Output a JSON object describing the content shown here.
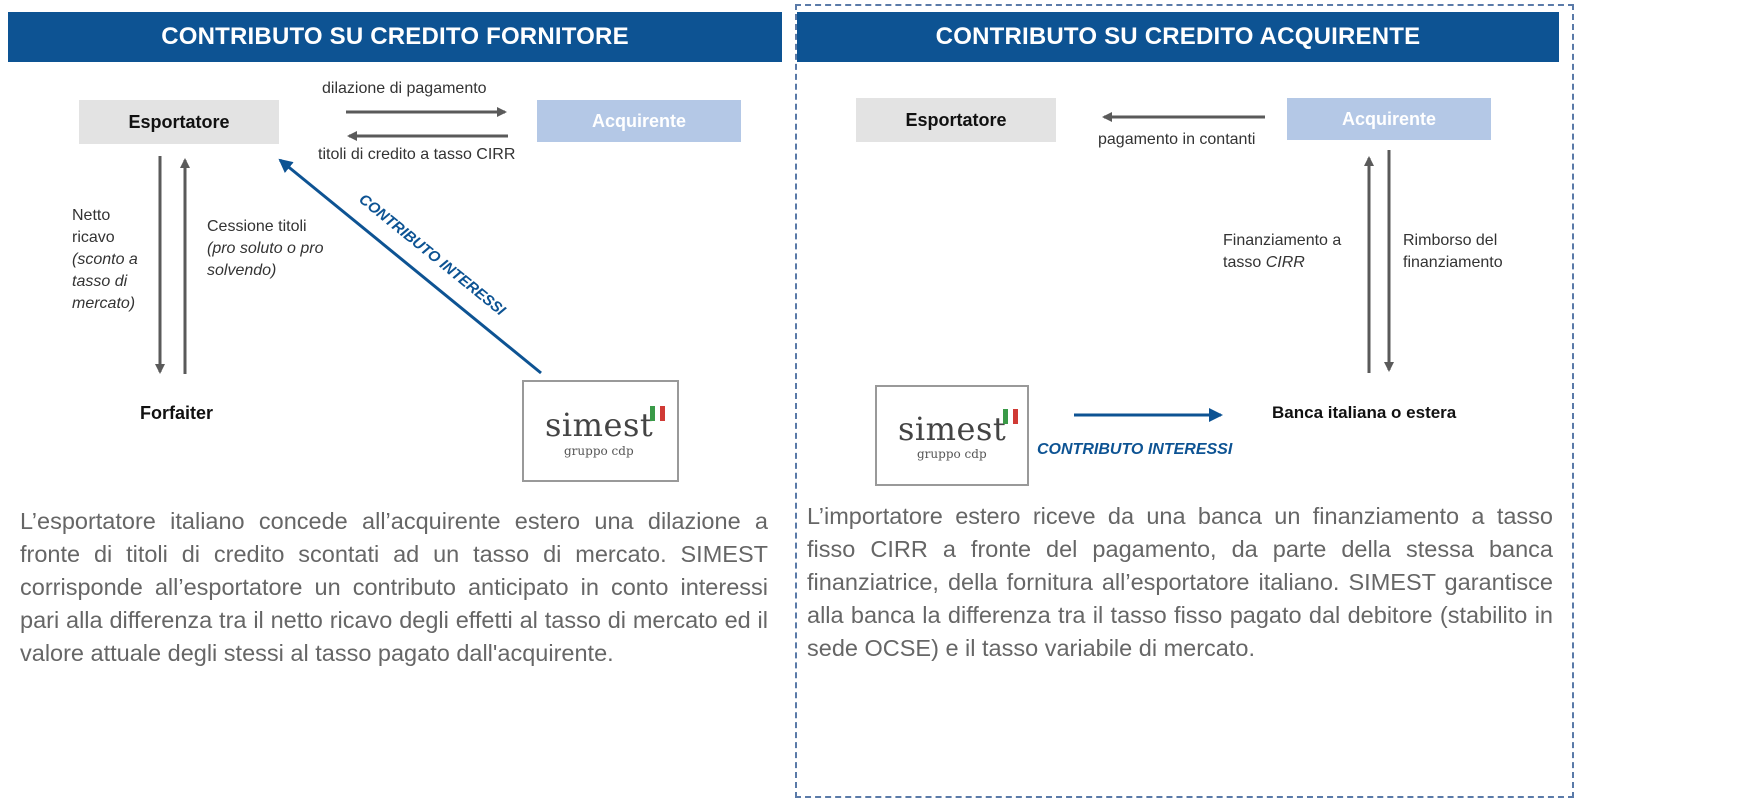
{
  "left": {
    "header": "CONTRIBUTO SU CREDITO FORNITORE",
    "exporter": "Esportatore",
    "buyer": "Acquirente",
    "arrow_top_label": "dilazione di pagamento",
    "arrow_bottom_label": "titoli di credito a tasso CIRR",
    "net_label_plain": "Netto\nricavo",
    "net_label_italic": "(sconto a\ntasso di\nmercato)",
    "transfer_label_plain": "Cessione titoli",
    "transfer_label_italic": "(pro soluto o pro\nsolvendo)",
    "forfaiter": "Forfaiter",
    "diagonal_label": "CONTRIBUTO INTERESSI",
    "logo_name": "simest",
    "logo_sub": "gruppo cdp",
    "paragraph": "L’esportatore italiano concede all’acquirente estero una dilazione a fronte di titoli di credito scontati ad un tasso di mercato. SIMEST corrisponde all’esportatore un contributo anticipato in conto interessi pari alla differenza tra il netto ricavo degli effetti al tasso di mercato ed il valore attuale degli stessi al tasso pagato dall'acquirente."
  },
  "right": {
    "header": "CONTRIBUTO SU CREDITO ACQUIRENTE",
    "exporter": "Esportatore",
    "buyer": "Acquirente",
    "payment_label": "pagamento in contanti",
    "financing_label_plain": "Finanziamento a\ntasso ",
    "financing_label_italic": "CIRR",
    "repayment_label": "Rimborso del\nfinanziamento",
    "bank": "Banca italiana o estera",
    "contrib_label": "CONTRIBUTO INTERESSI",
    "logo_name": "simest",
    "logo_sub": "gruppo cdp",
    "paragraph": "L’importatore estero riceve da una banca un finanziamento a tasso fisso CIRR a fronte del pagamento, da parte della stessa banca finanziatrice, della fornitura all’esportatore italiano. SIMEST garantisce alla banca la differenza tra il tasso fisso pagato dal debitore (stabilito in sede OCSE) e il tasso variabile di mercato."
  },
  "colors": {
    "header_bg": "#0d5393",
    "buyer_box": "#b4c8e6",
    "exporter_box": "#e3e3e3",
    "arrow_gray": "#5a5a5a",
    "arrow_blue": "#0d5393"
  },
  "icons": {
    "flag": "italy-flag-icon"
  }
}
